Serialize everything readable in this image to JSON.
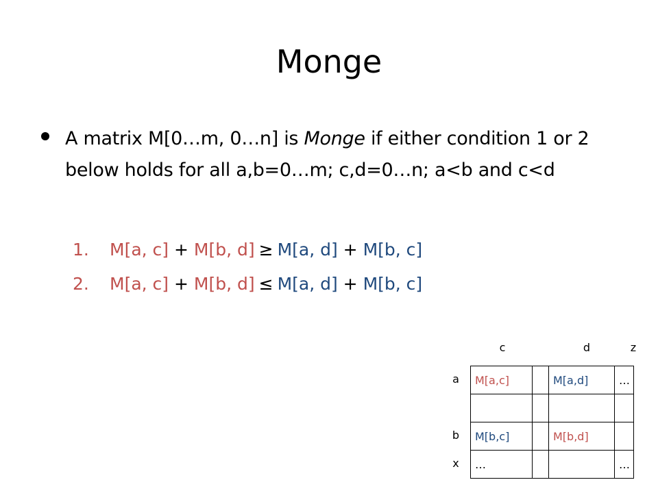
{
  "slide": {
    "title": "Monge",
    "bullet": {
      "part1": "A matrix M[0…m, 0…n] is ",
      "emph": "Monge",
      "part2": " if either condition 1 or 2 below holds for all a,b=0…m; c,d=0…n; a<b and c<d"
    },
    "conditions": [
      {
        "num": "1.",
        "lhs_a": "M[a, c]",
        "plus1": " + ",
        "lhs_b": "M[b, d]",
        "symbol": "≥",
        "rhs_a": "M[a, d]",
        "plus2": " + ",
        "rhs_b": "M[b, c]"
      },
      {
        "num": "2.",
        "lhs_a": "M[a, c]",
        "plus1": " + ",
        "lhs_b": "M[b, d]",
        "symbol": "≤",
        "rhs_a": "M[a, d]",
        "plus2": " + ",
        "rhs_b": "M[b, c]"
      }
    ]
  },
  "matrix": {
    "col_headers": [
      "c",
      "d",
      "z"
    ],
    "row_headers": [
      "a",
      "b",
      "x"
    ],
    "rows": [
      [
        "M[a,c]",
        "",
        "M[a,d]",
        "…"
      ],
      [
        "",
        "",
        "",
        ""
      ],
      [
        "M[b,c]",
        "",
        "M[b,d]",
        ""
      ],
      [
        "…",
        "",
        "",
        "…"
      ]
    ],
    "colors": {
      "red": "#c0504d",
      "blue": "#1f497d"
    }
  }
}
